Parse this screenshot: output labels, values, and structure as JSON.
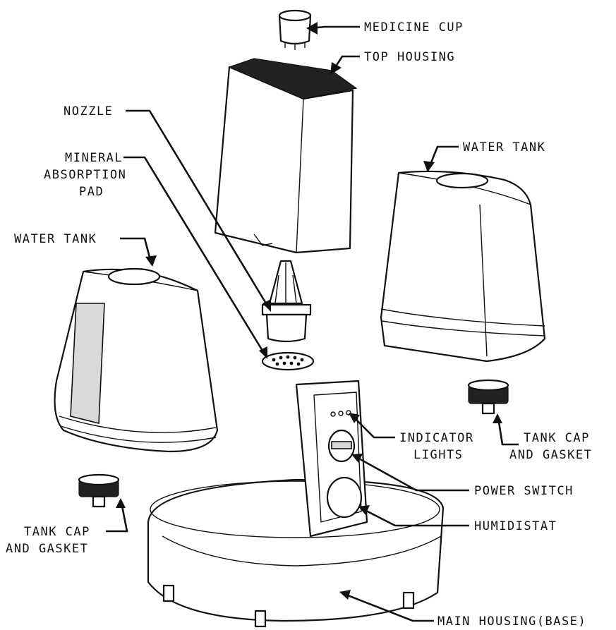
{
  "labels": {
    "medicine_cup": "MEDICINE CUP",
    "top_housing": "TOP HOUSING",
    "nozzle": "NOZZLE",
    "mineral_pad_line1": "MINERAL",
    "mineral_pad_line2": "ABSORPTION",
    "mineral_pad_line3": "PAD",
    "water_tank_right": "WATER TANK",
    "water_tank_left": "WATER TANK",
    "indicator_line1": "INDICATOR",
    "indicator_line2": "LIGHTS",
    "tank_cap_right_line1": "TANK CAP",
    "tank_cap_right_line2": "AND GASKET",
    "power_switch": "POWER SWITCH",
    "humidistat": "HUMIDISTAT",
    "tank_cap_left_line1": "TANK CAP",
    "tank_cap_left_line2": "AND GASKET",
    "main_housing": "MAIN HOUSING(BASE)"
  }
}
